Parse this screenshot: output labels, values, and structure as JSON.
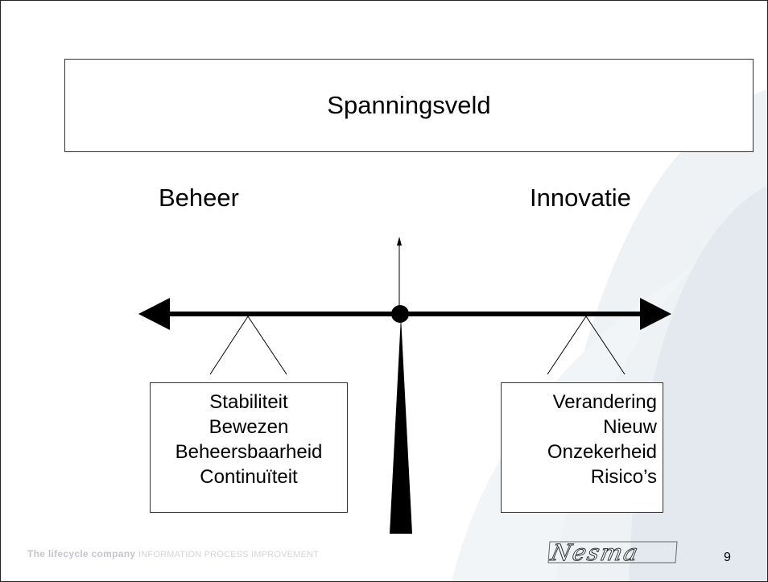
{
  "title": "Spanningsveld",
  "left_label": "Beheer",
  "right_label": "Innovatie",
  "left_box": {
    "lines": [
      "Stabiliteit",
      "Bewezen",
      "Beheersbaarheid",
      "Continuïteit"
    ]
  },
  "right_box": {
    "lines": [
      "Verandering",
      "Nieuw",
      "Onzekerheid",
      "Risico’s"
    ]
  },
  "footer": {
    "company": "The lifecycle company",
    "tagline": "INFORMATION PROCESS IMPROVEMENT"
  },
  "logo_text": "Nesma",
  "page_number": "9",
  "colors": {
    "line": "#000000",
    "swoosh": "#e6ecf1",
    "footer_text": "#c2c6cc"
  }
}
